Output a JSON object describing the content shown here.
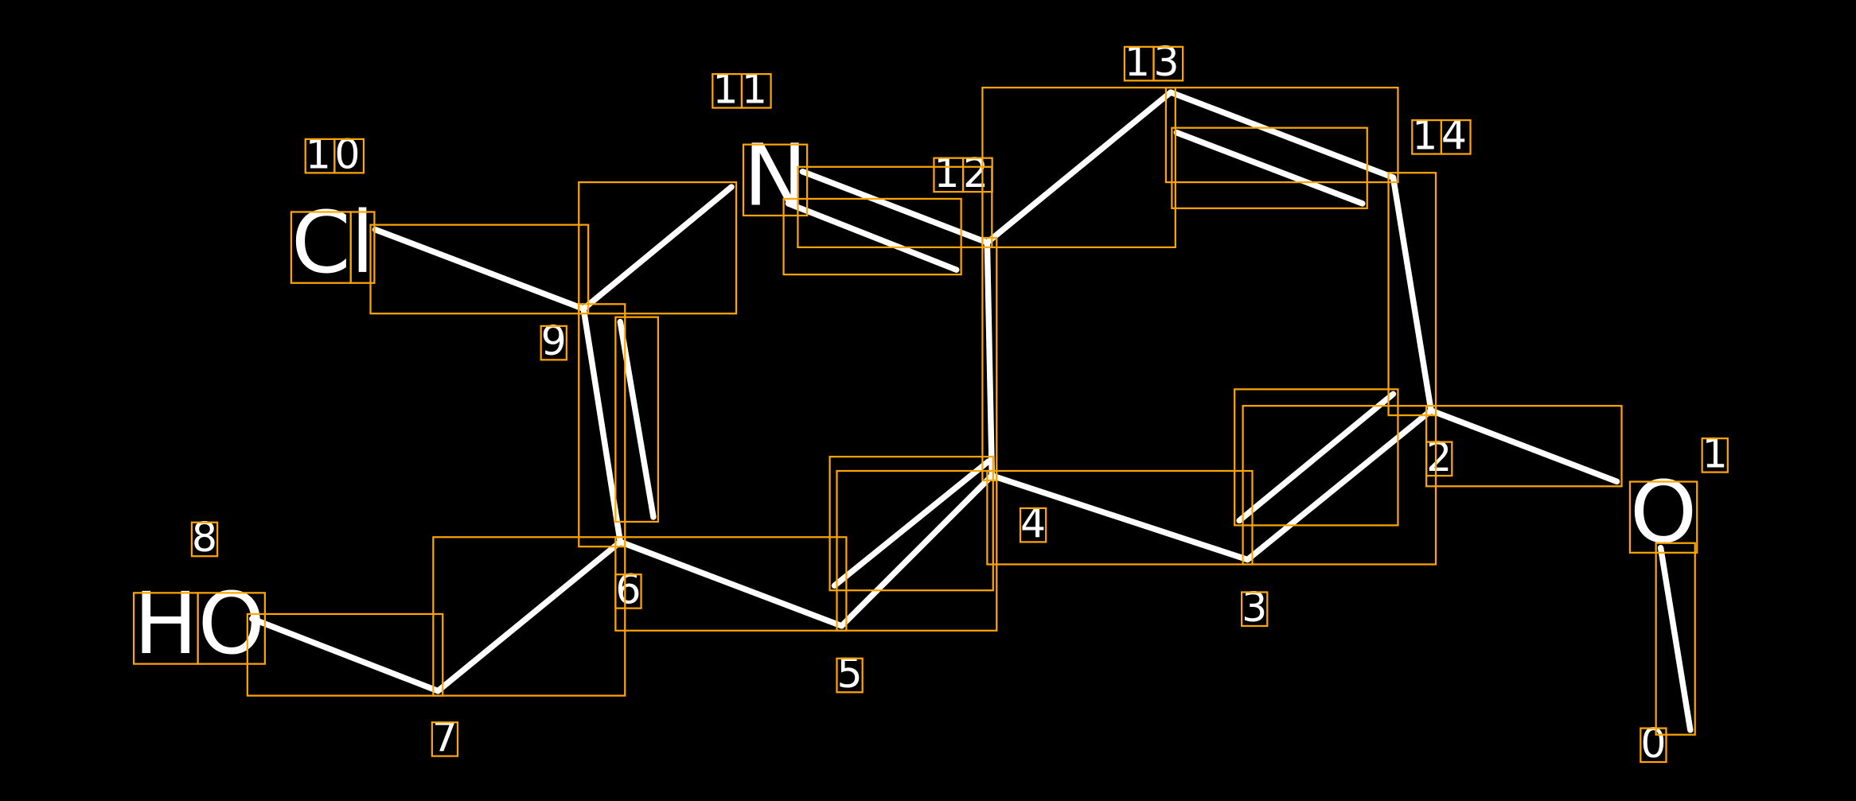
{
  "colors": {
    "background": "#000000",
    "bond": "#FFFFFF",
    "box": "#FFA500"
  },
  "atoms": {
    "o_right": "O",
    "n": "N",
    "cl": "Cl",
    "ho": "HO"
  },
  "indices": [
    "0",
    "1",
    "2",
    "3",
    "4",
    "5",
    "6",
    "7",
    "8",
    "9",
    "10",
    "11",
    "12",
    "13",
    "14"
  ]
}
